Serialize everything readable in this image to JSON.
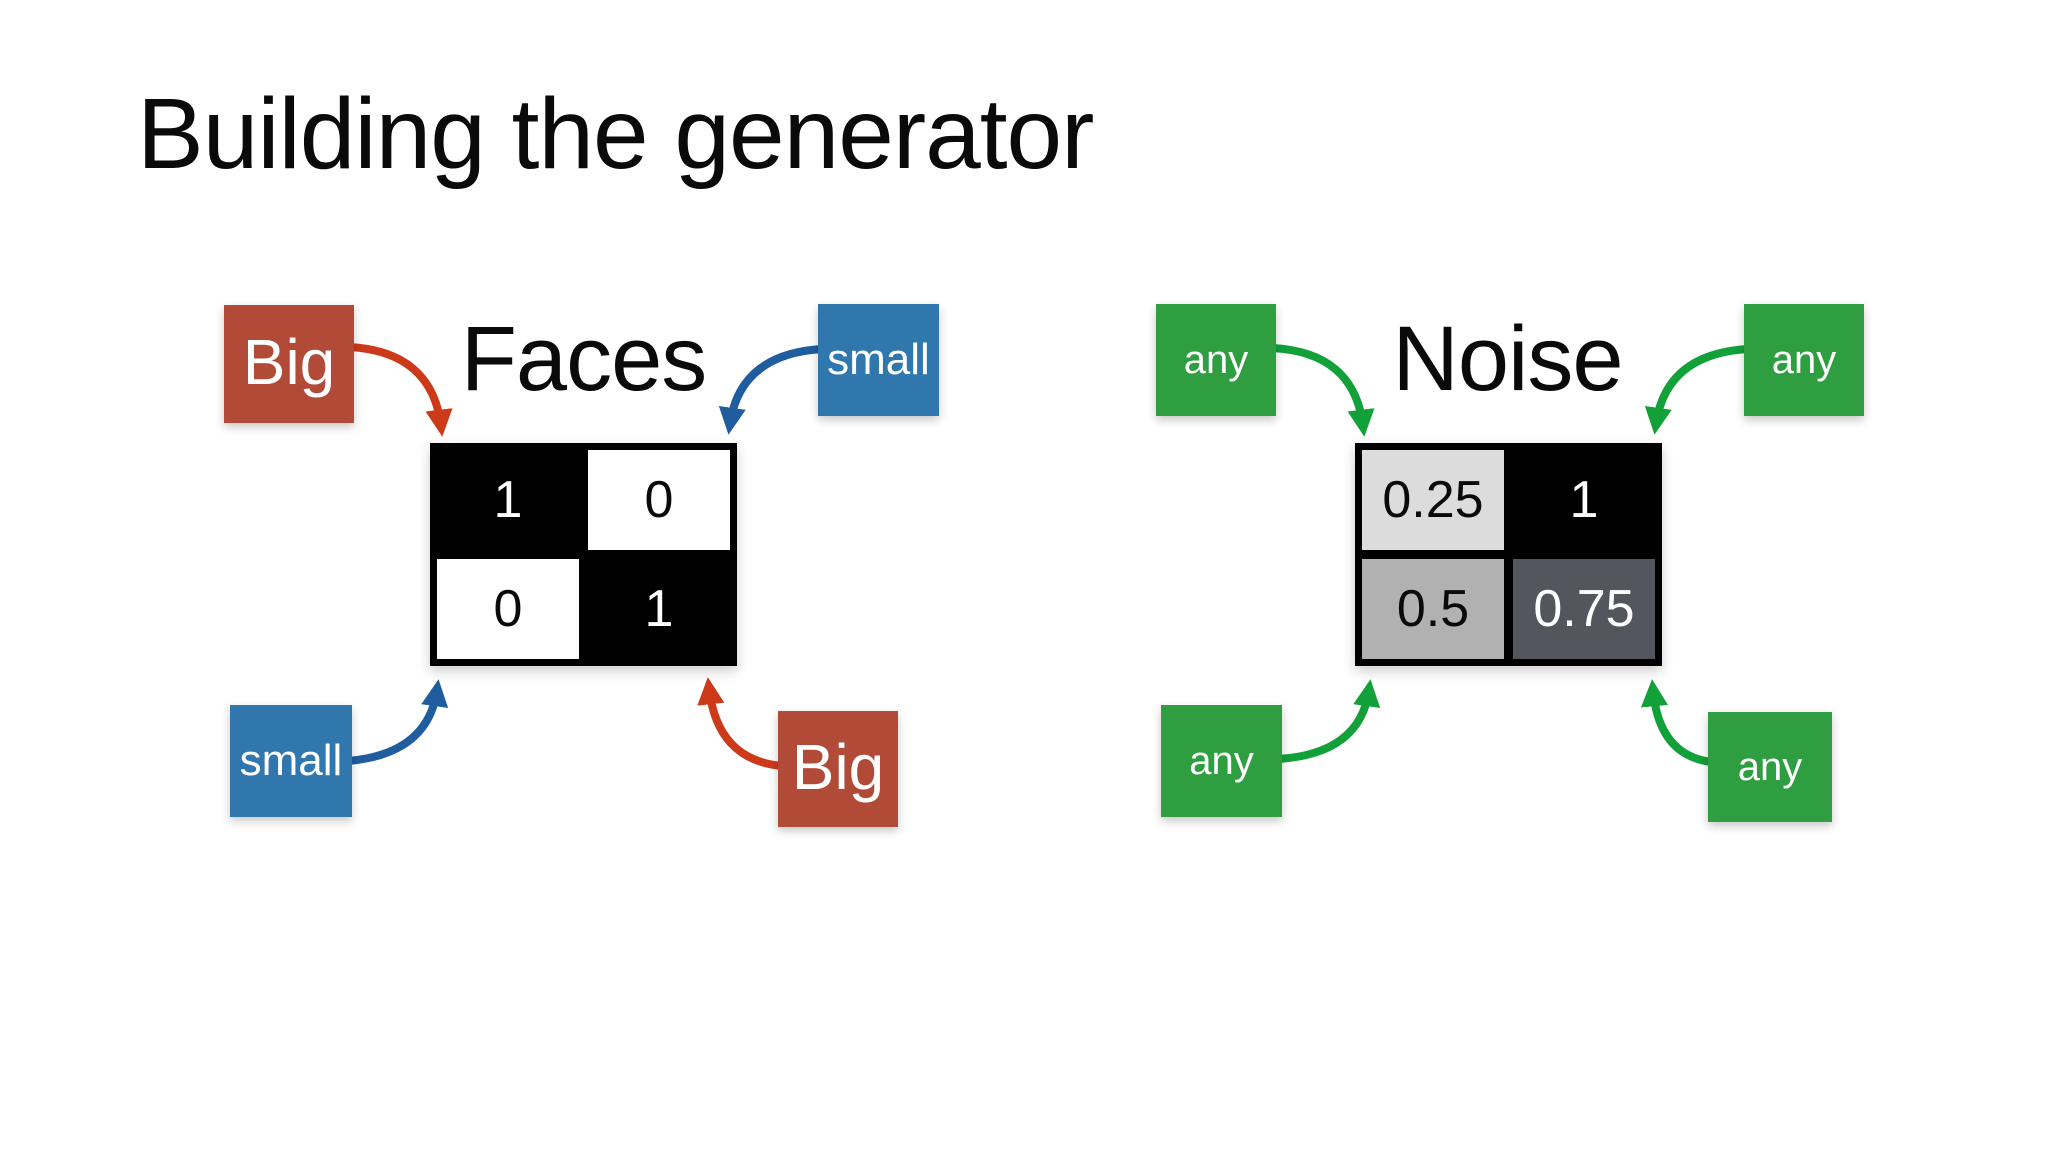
{
  "slide": {
    "title": "Building the generator",
    "background_color": "#ffffff",
    "text_color": "#0a0a0a"
  },
  "diagrams": [
    {
      "name": "faces",
      "title": "Faces",
      "corner_labels": [
        {
          "position": "top-left",
          "text": "Big",
          "box_color": "#b24a38",
          "arrow_color": "#cc3a1a"
        },
        {
          "position": "top-right",
          "text": "small",
          "box_color": "#3077ae",
          "arrow_color": "#1f5d9f"
        },
        {
          "position": "bottom-left",
          "text": "small",
          "box_color": "#3077ae",
          "arrow_color": "#1f5d9f"
        },
        {
          "position": "bottom-right",
          "text": "Big",
          "box_color": "#b24a38",
          "arrow_color": "#cc3a1a"
        }
      ],
      "matrix": {
        "rows": [
          [
            "1",
            "0"
          ],
          [
            "0",
            "1"
          ]
        ],
        "cell_colors": [
          [
            "#000000",
            "#ffffff"
          ],
          [
            "#ffffff",
            "#000000"
          ]
        ],
        "cell_text_colors": [
          [
            "#ffffff",
            "#0a0a0a"
          ],
          [
            "#0a0a0a",
            "#ffffff"
          ]
        ]
      }
    },
    {
      "name": "noise",
      "title": "Noise",
      "corner_labels": [
        {
          "position": "top-left",
          "text": "any",
          "box_color": "#2f9e41",
          "arrow_color": "#12a139"
        },
        {
          "position": "top-right",
          "text": "any",
          "box_color": "#2f9e41",
          "arrow_color": "#12a139"
        },
        {
          "position": "bottom-left",
          "text": "any",
          "box_color": "#2f9e41",
          "arrow_color": "#12a139"
        },
        {
          "position": "bottom-right",
          "text": "any",
          "box_color": "#2f9e41",
          "arrow_color": "#12a139"
        }
      ],
      "matrix": {
        "rows": [
          [
            "0.25",
            "1"
          ],
          [
            "0.5",
            "0.75"
          ]
        ],
        "cell_colors": [
          [
            "#dcdcdc",
            "#000000"
          ],
          [
            "#b1b1b1",
            "#53575d"
          ]
        ],
        "cell_text_colors": [
          [
            "#0a0a0a",
            "#ffffff"
          ],
          [
            "#0a0a0a",
            "#ffffff"
          ]
        ]
      }
    }
  ]
}
